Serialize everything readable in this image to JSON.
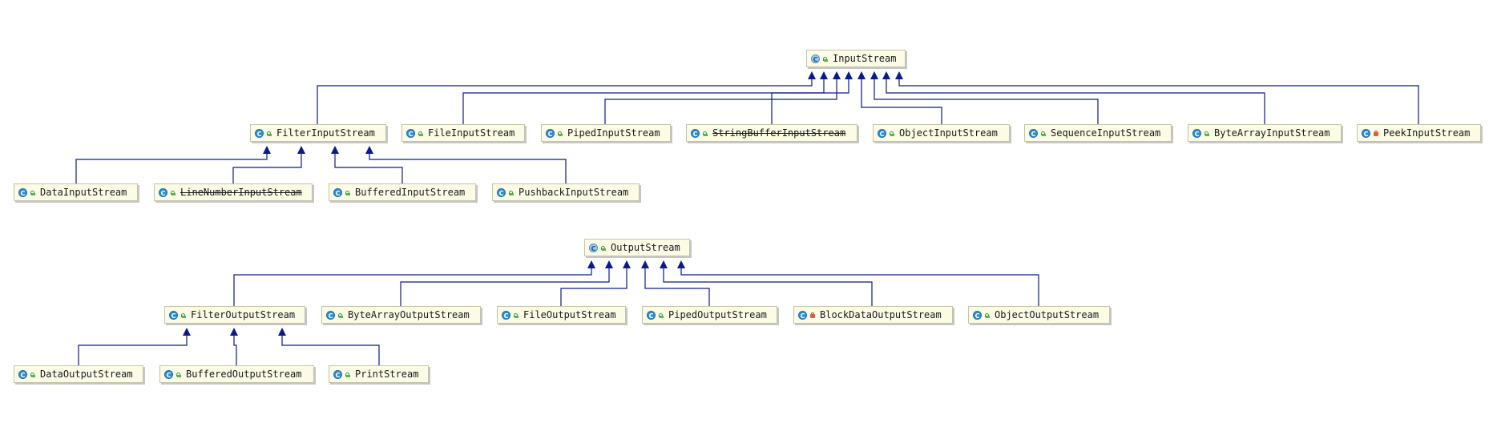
{
  "diagram": {
    "input_hierarchy": {
      "root": {
        "label": "InputStream",
        "kind": "abstract",
        "visibility": "public"
      },
      "level1": [
        {
          "label": "FilterInputStream",
          "kind": "class",
          "visibility": "public"
        },
        {
          "label": "FileInputStream",
          "kind": "class",
          "visibility": "public"
        },
        {
          "label": "PipedInputStream",
          "kind": "class",
          "visibility": "public"
        },
        {
          "label": "StringBufferInputStream",
          "kind": "class",
          "visibility": "public",
          "deprecated": true
        },
        {
          "label": "ObjectInputStream",
          "kind": "class",
          "visibility": "public"
        },
        {
          "label": "SequenceInputStream",
          "kind": "class",
          "visibility": "public"
        },
        {
          "label": "ByteArrayInputStream",
          "kind": "class",
          "visibility": "public"
        },
        {
          "label": "PeekInputStream",
          "kind": "class",
          "visibility": "private"
        }
      ],
      "level2": [
        {
          "label": "DataInputStream",
          "kind": "class",
          "visibility": "public"
        },
        {
          "label": "LineNumberInputStream",
          "kind": "class",
          "visibility": "public",
          "deprecated": true
        },
        {
          "label": "BufferedInputStream",
          "kind": "class",
          "visibility": "public"
        },
        {
          "label": "PushbackInputStream",
          "kind": "class",
          "visibility": "public"
        }
      ]
    },
    "output_hierarchy": {
      "root": {
        "label": "OutputStream",
        "kind": "abstract",
        "visibility": "public"
      },
      "level1": [
        {
          "label": "FilterOutputStream",
          "kind": "class",
          "visibility": "public"
        },
        {
          "label": "ByteArrayOutputStream",
          "kind": "class",
          "visibility": "public"
        },
        {
          "label": "FileOutputStream",
          "kind": "class",
          "visibility": "public"
        },
        {
          "label": "PipedOutputStream",
          "kind": "class",
          "visibility": "public"
        },
        {
          "label": "BlockDataOutputStream",
          "kind": "class",
          "visibility": "private"
        },
        {
          "label": "ObjectOutputStream",
          "kind": "class",
          "visibility": "public"
        }
      ],
      "level2": [
        {
          "label": "DataOutputStream",
          "kind": "class",
          "visibility": "public"
        },
        {
          "label": "BufferedOutputStream",
          "kind": "class",
          "visibility": "public"
        },
        {
          "label": "PrintStream",
          "kind": "class",
          "visibility": "public"
        }
      ]
    },
    "edge_color": "#0a1a8c",
    "node_fill": "#fbfbe6"
  }
}
